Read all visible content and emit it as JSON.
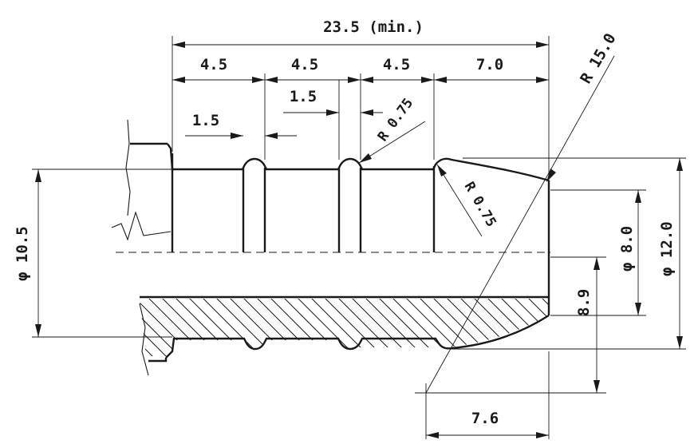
{
  "dimensions": {
    "overall_length": "23.5 (min.)",
    "pitch_1": "4.5",
    "pitch_2": "4.5",
    "pitch_3": "4.5",
    "tip_length": "7.0",
    "groove_width_1": "1.5",
    "groove_width_2": "1.5",
    "groove_radius": "R 0.75",
    "tip_radius": "R 0.75",
    "nose_radius": "R 15.0",
    "inner_diameter": "φ 10.5",
    "bore_diameter": "φ 8.0",
    "outer_diameter": "φ 12.0",
    "half_height": "8.9",
    "bottom_length": "7.6"
  }
}
